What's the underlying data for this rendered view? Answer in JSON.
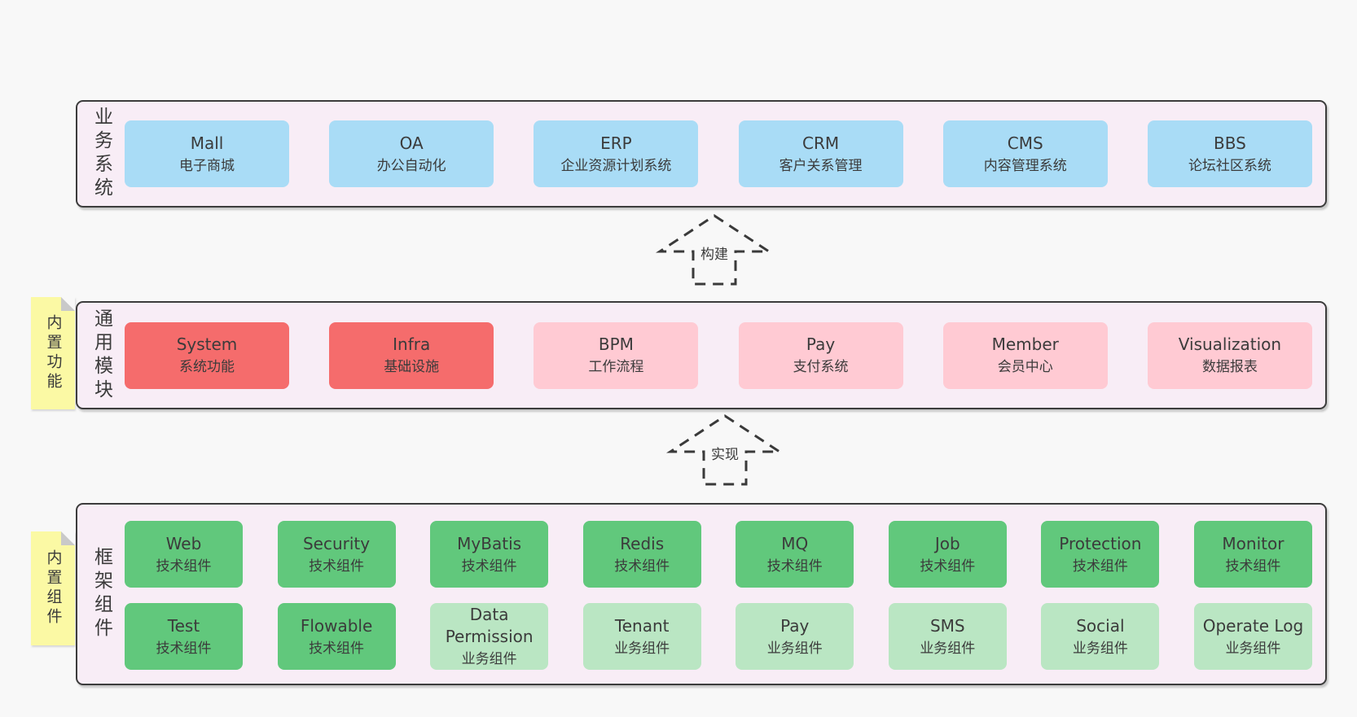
{
  "business": {
    "label": "业务系统",
    "items": [
      {
        "title": "Mall",
        "subtitle": "电子商城"
      },
      {
        "title": "OA",
        "subtitle": "办公自动化"
      },
      {
        "title": "ERP",
        "subtitle": "企业资源计划系统"
      },
      {
        "title": "CRM",
        "subtitle": "客户关系管理"
      },
      {
        "title": "CMS",
        "subtitle": "内容管理系统"
      },
      {
        "title": "BBS",
        "subtitle": "论坛社区系统"
      }
    ]
  },
  "arrow_build": {
    "label": "构建"
  },
  "modules": {
    "label": "通用模块",
    "note": "内置功能",
    "items": [
      {
        "title": "System",
        "subtitle": "系统功能",
        "variant": "red"
      },
      {
        "title": "Infra",
        "subtitle": "基础设施",
        "variant": "red"
      },
      {
        "title": "BPM",
        "subtitle": "工作流程",
        "variant": "pink"
      },
      {
        "title": "Pay",
        "subtitle": "支付系统",
        "variant": "pink"
      },
      {
        "title": "Member",
        "subtitle": "会员中心",
        "variant": "pink"
      },
      {
        "title": "Visualization",
        "subtitle": "数据报表",
        "variant": "pink"
      }
    ]
  },
  "arrow_implement": {
    "label": "实现"
  },
  "components": {
    "label": "框架组件",
    "note": "内置组件",
    "row1": [
      {
        "title": "Web",
        "subtitle": "技术组件",
        "variant": "green"
      },
      {
        "title": "Security",
        "subtitle": "技术组件",
        "variant": "green"
      },
      {
        "title": "MyBatis",
        "subtitle": "技术组件",
        "variant": "green"
      },
      {
        "title": "Redis",
        "subtitle": "技术组件",
        "variant": "green"
      },
      {
        "title": "MQ",
        "subtitle": "技术组件",
        "variant": "green"
      },
      {
        "title": "Job",
        "subtitle": "技术组件",
        "variant": "green"
      },
      {
        "title": "Protection",
        "subtitle": "技术组件",
        "variant": "green"
      },
      {
        "title": "Monitor",
        "subtitle": "技术组件",
        "variant": "green"
      }
    ],
    "row2": [
      {
        "title": "Test",
        "subtitle": "技术组件",
        "variant": "green"
      },
      {
        "title": "Flowable",
        "subtitle": "技术组件",
        "variant": "green"
      },
      {
        "title": "Data Permission",
        "subtitle": "业务组件",
        "variant": "lightgreen"
      },
      {
        "title": "Tenant",
        "subtitle": "业务组件",
        "variant": "lightgreen"
      },
      {
        "title": "Pay",
        "subtitle": "业务组件",
        "variant": "lightgreen"
      },
      {
        "title": "SMS",
        "subtitle": "业务组件",
        "variant": "lightgreen"
      },
      {
        "title": "Social",
        "subtitle": "业务组件",
        "variant": "lightgreen"
      },
      {
        "title": "Operate Log",
        "subtitle": "业务组件",
        "variant": "lightgreen"
      }
    ]
  },
  "colors": {
    "page_bg": "#f8f8f8",
    "container_bg": "#f8edf6",
    "container_border": "#3c3c3c",
    "box_blue": "#a9dcf6",
    "box_red": "#f56c6c",
    "box_pink": "#ffcad3",
    "box_green": "#61c87c",
    "box_light_green": "#bae6c3",
    "sticky_yellow": "#fbf9a4",
    "fold_gray": "#c9c9c9",
    "text": "#3b3b3b"
  }
}
